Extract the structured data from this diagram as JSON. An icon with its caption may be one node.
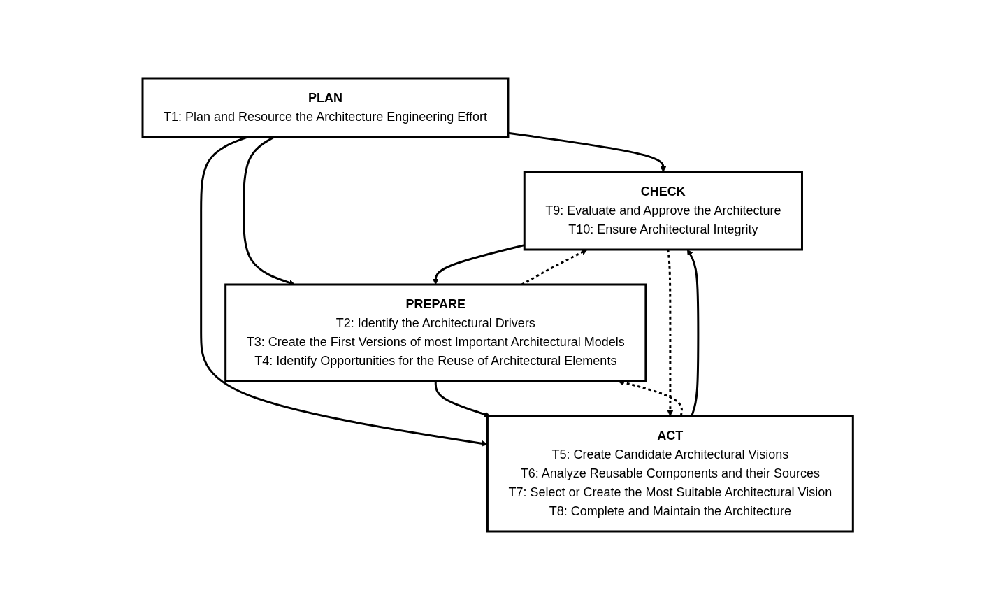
{
  "diagram": {
    "nodes": [
      {
        "text": [
          "PLAN",
          "T1: Plan and Resource the Architecture Engineering Effort"
        ]
      },
      {
        "text": [
          "PREPARE",
          "T2: Identify the Architectural Drivers",
          "T3: Create the First Versions of most Important Architectural Models",
          "T4: Identify Opportunities for the Reuse of Architectural Elements"
        ]
      },
      {
        "text": [
          "CHECK",
          "T9: Evaluate and Approve the Architecture",
          "T10: Ensure Architectural Integrity"
        ]
      },
      {
        "text": [
          "ACT",
          "T5: Create Candidate Architectural Visions",
          "T6: Analyze Reusable Components and their Sources",
          "T7: Select or Create the Most Suitable Architectural Vision",
          "T8: Complete and Maintain the Architecture"
        ]
      }
    ],
    "edges": [
      {
        "from": 0,
        "to": 2,
        "arrow": "to"
      },
      {
        "from": 0,
        "to": 1,
        "arrow": "to"
      },
      {
        "from": 0,
        "to": 3,
        "arrow": "to"
      },
      {
        "from": 2,
        "to": 1,
        "arrow": "to"
      },
      {
        "from": 1,
        "to": 2,
        "arrow": "to",
        "style": "dashed"
      },
      {
        "from": 1,
        "to": 3,
        "arrow": "to"
      },
      {
        "from": 3,
        "to": 1,
        "arrow": "to",
        "style": "dashed"
      },
      {
        "from": 3,
        "to": 2,
        "arrow": "to"
      },
      {
        "from": 2,
        "to": 3,
        "arrow": "to",
        "style": "dashed"
      }
    ]
  }
}
